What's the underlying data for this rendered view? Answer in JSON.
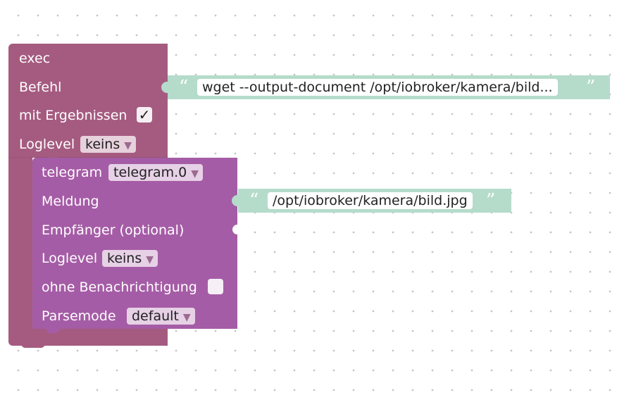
{
  "exec_block": {
    "title": "exec",
    "command_label": "Befehl",
    "with_results_label": "mit Ergebnissen",
    "with_results_checked": true,
    "with_results_mark": "✓",
    "loglevel_label": "Loglevel",
    "loglevel_value": "keins",
    "color": "#a55b80"
  },
  "command_text": {
    "open_quote": "“",
    "value": "wget --output-document /opt/iobroker/kamera/bild...",
    "close_quote": "”"
  },
  "telegram_block": {
    "title_label": "telegram",
    "instance_value": "telegram.0",
    "message_label": "Meldung",
    "recipient_label": "Empfänger (optional)",
    "loglevel_label": "Loglevel",
    "loglevel_value": "keins",
    "silent_label": "ohne Benachrichtigung",
    "silent_checked": false,
    "parsemode_label": "Parsemode",
    "parsemode_value": "default",
    "color": "#a55ca6"
  },
  "message_text": {
    "open_quote": "“",
    "value": "/opt/iobroker/kamera/bild.jpg",
    "close_quote": "”"
  },
  "dropdown_arrow": "▼",
  "text_block_color": "#b5dccb"
}
